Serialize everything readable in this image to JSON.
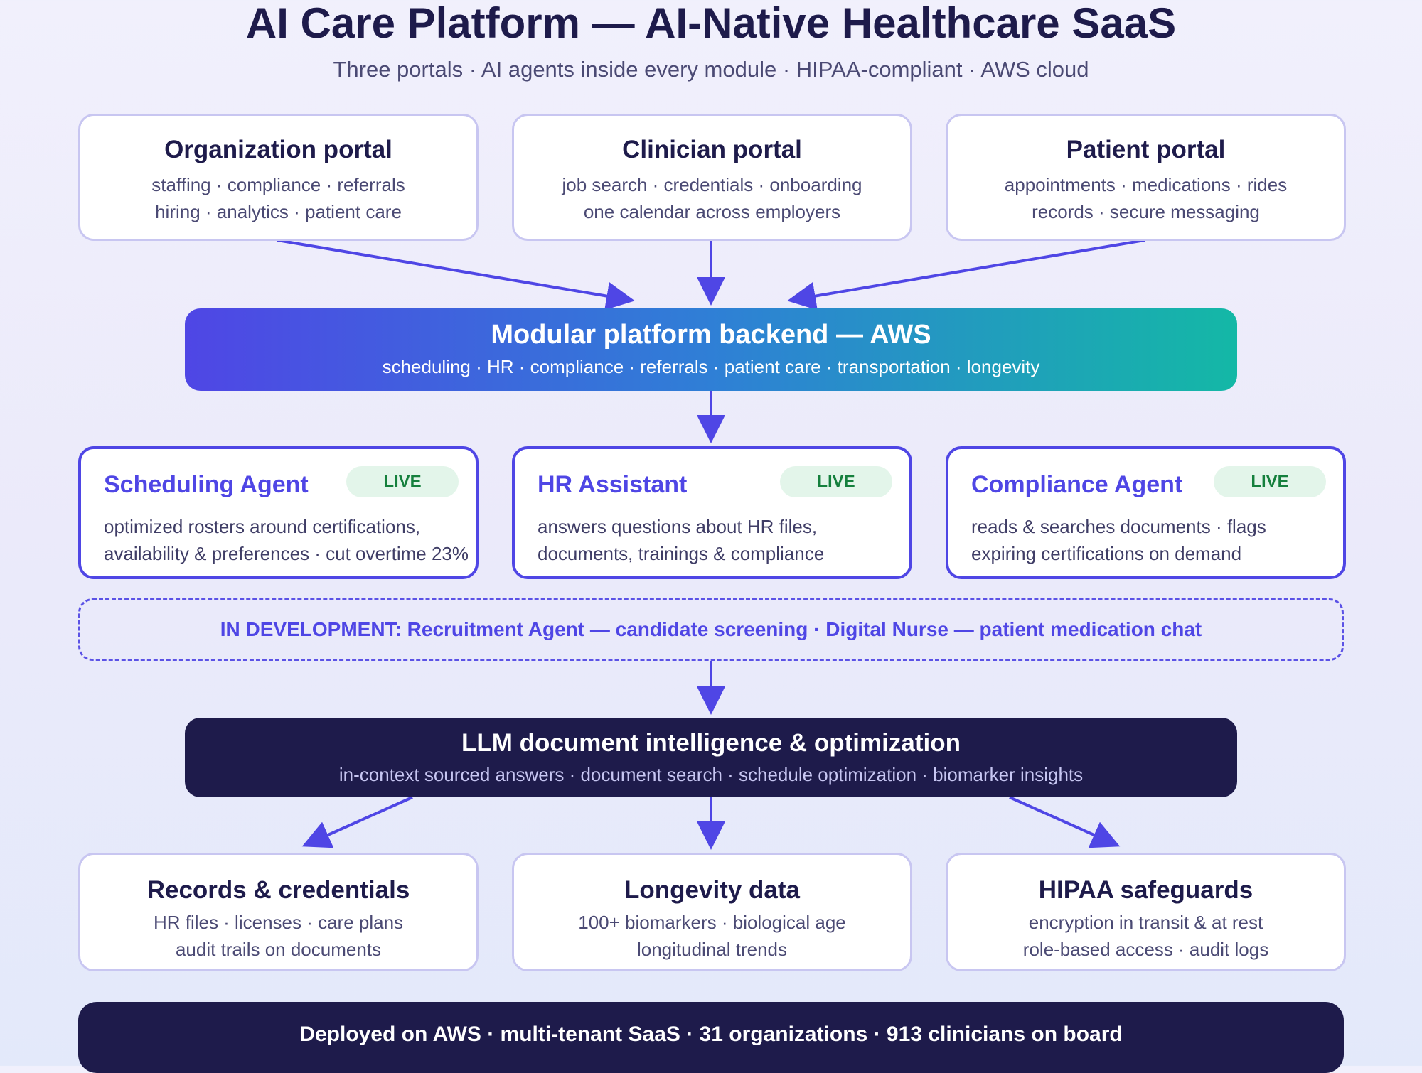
{
  "title": "AI Care Platform — AI-Native Healthcare SaaS",
  "subtitle": "Three portals · AI agents inside every module · HIPAA-compliant · AWS cloud",
  "portals": [
    {
      "title": "Organization portal",
      "lines": [
        "staffing · compliance · referrals",
        "hiring · analytics · patient care"
      ]
    },
    {
      "title": "Clinician portal",
      "lines": [
        "job search · credentials · onboarding",
        "one calendar across employers"
      ]
    },
    {
      "title": "Patient portal",
      "lines": [
        "appointments · medications · rides",
        "records · secure messaging"
      ]
    }
  ],
  "backend": {
    "title": "Modular platform backend — AWS",
    "subtitle": "scheduling · HR · compliance · referrals · patient care · transportation · longevity"
  },
  "agents": [
    {
      "name": "Scheduling Agent",
      "badge": "LIVE",
      "lines": [
        "optimized rosters around certifications,",
        "availability & preferences · cut overtime 23%"
      ]
    },
    {
      "name": "HR Assistant",
      "badge": "LIVE",
      "lines": [
        "answers questions about HR files,",
        "documents, trainings & compliance"
      ]
    },
    {
      "name": "Compliance Agent",
      "badge": "LIVE",
      "lines": [
        "reads & searches documents · flags",
        "expiring certifications on demand"
      ]
    }
  ],
  "in_development": "IN DEVELOPMENT: Recruitment Agent — candidate screening · Digital Nurse — patient medication chat",
  "llm": {
    "title": "LLM document intelligence & optimization",
    "subtitle": "in-context sourced answers · document search · schedule optimization · biomarker insights"
  },
  "outputs": [
    {
      "title": "Records & credentials",
      "lines": [
        "HR files · licenses · care plans",
        "audit trails on documents"
      ]
    },
    {
      "title": "Longevity data",
      "lines": [
        "100+ biomarkers · biological age",
        "longitudinal trends"
      ]
    },
    {
      "title": "HIPAA safeguards",
      "lines": [
        "encryption in transit & at rest",
        "role-based access · audit logs"
      ]
    }
  ],
  "footer": "Deployed on AWS · multi-tenant SaaS · 31 organizations · 913 clinicians on board",
  "colors": {
    "navy": "#1e1b4b",
    "indigo": "#4f46e5",
    "teal": "#14b8a6",
    "live_badge_bg": "#e3f5ea",
    "live_badge_text": "#15803d",
    "card_border": "#c8c6f1"
  }
}
